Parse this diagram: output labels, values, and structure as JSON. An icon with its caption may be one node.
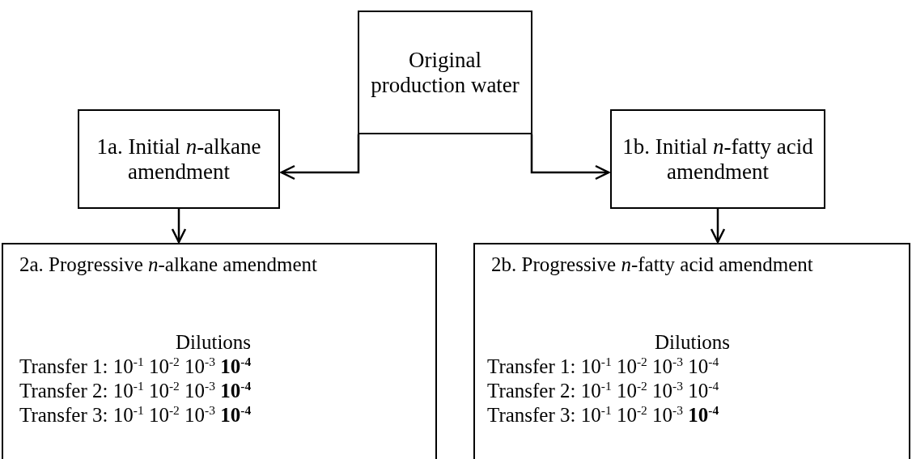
{
  "diagram": {
    "nodes": [
      {
        "text": [
          "Original production water"
        ]
      },
      {
        "text": [
          "1a. Initial *n*-alkane amendment"
        ]
      },
      {
        "text": [
          "1b. Initial *n*-fatty acid amendment"
        ]
      },
      {
        "text": [
          "2a. Progressive *n*-alkane amendment",
          "Dilutions",
          "Transfer 1: 10$^{-1}$ 10$^{-2}$ 10$^{-3}$ **10$^{-4}$**",
          "Transfer 2: 10$^{-1}$ 10$^{-2}$ 10$^{-3}$ **10$^{-4}$**",
          "Transfer 3: 10$^{-1}$ 10$^{-2}$ 10$^{-3}$ **10$^{-4}$**"
        ]
      },
      {
        "text": [
          "2b. Progressive *n*-fatty acid amendment",
          "Dilutions",
          "Transfer 1: 10$^{-1}$ 10$^{-2}$ 10$^{-3}$ 10$^{-4}$",
          "Transfer 2: 10$^{-1}$ 10$^{-2}$ 10$^{-3}$ 10$^{-4}$",
          "Transfer 3: 10$^{-1}$ 10$^{-2}$ 10$^{-3}$ **10$^{-4}$**"
        ]
      }
    ],
    "edges": [
      {
        "from": 0,
        "to": 1,
        "arrow": "to"
      },
      {
        "from": 0,
        "to": 2,
        "arrow": "to"
      },
      {
        "from": 1,
        "to": 3,
        "arrow": "to"
      },
      {
        "from": 2,
        "to": 4,
        "arrow": "to"
      }
    ]
  }
}
